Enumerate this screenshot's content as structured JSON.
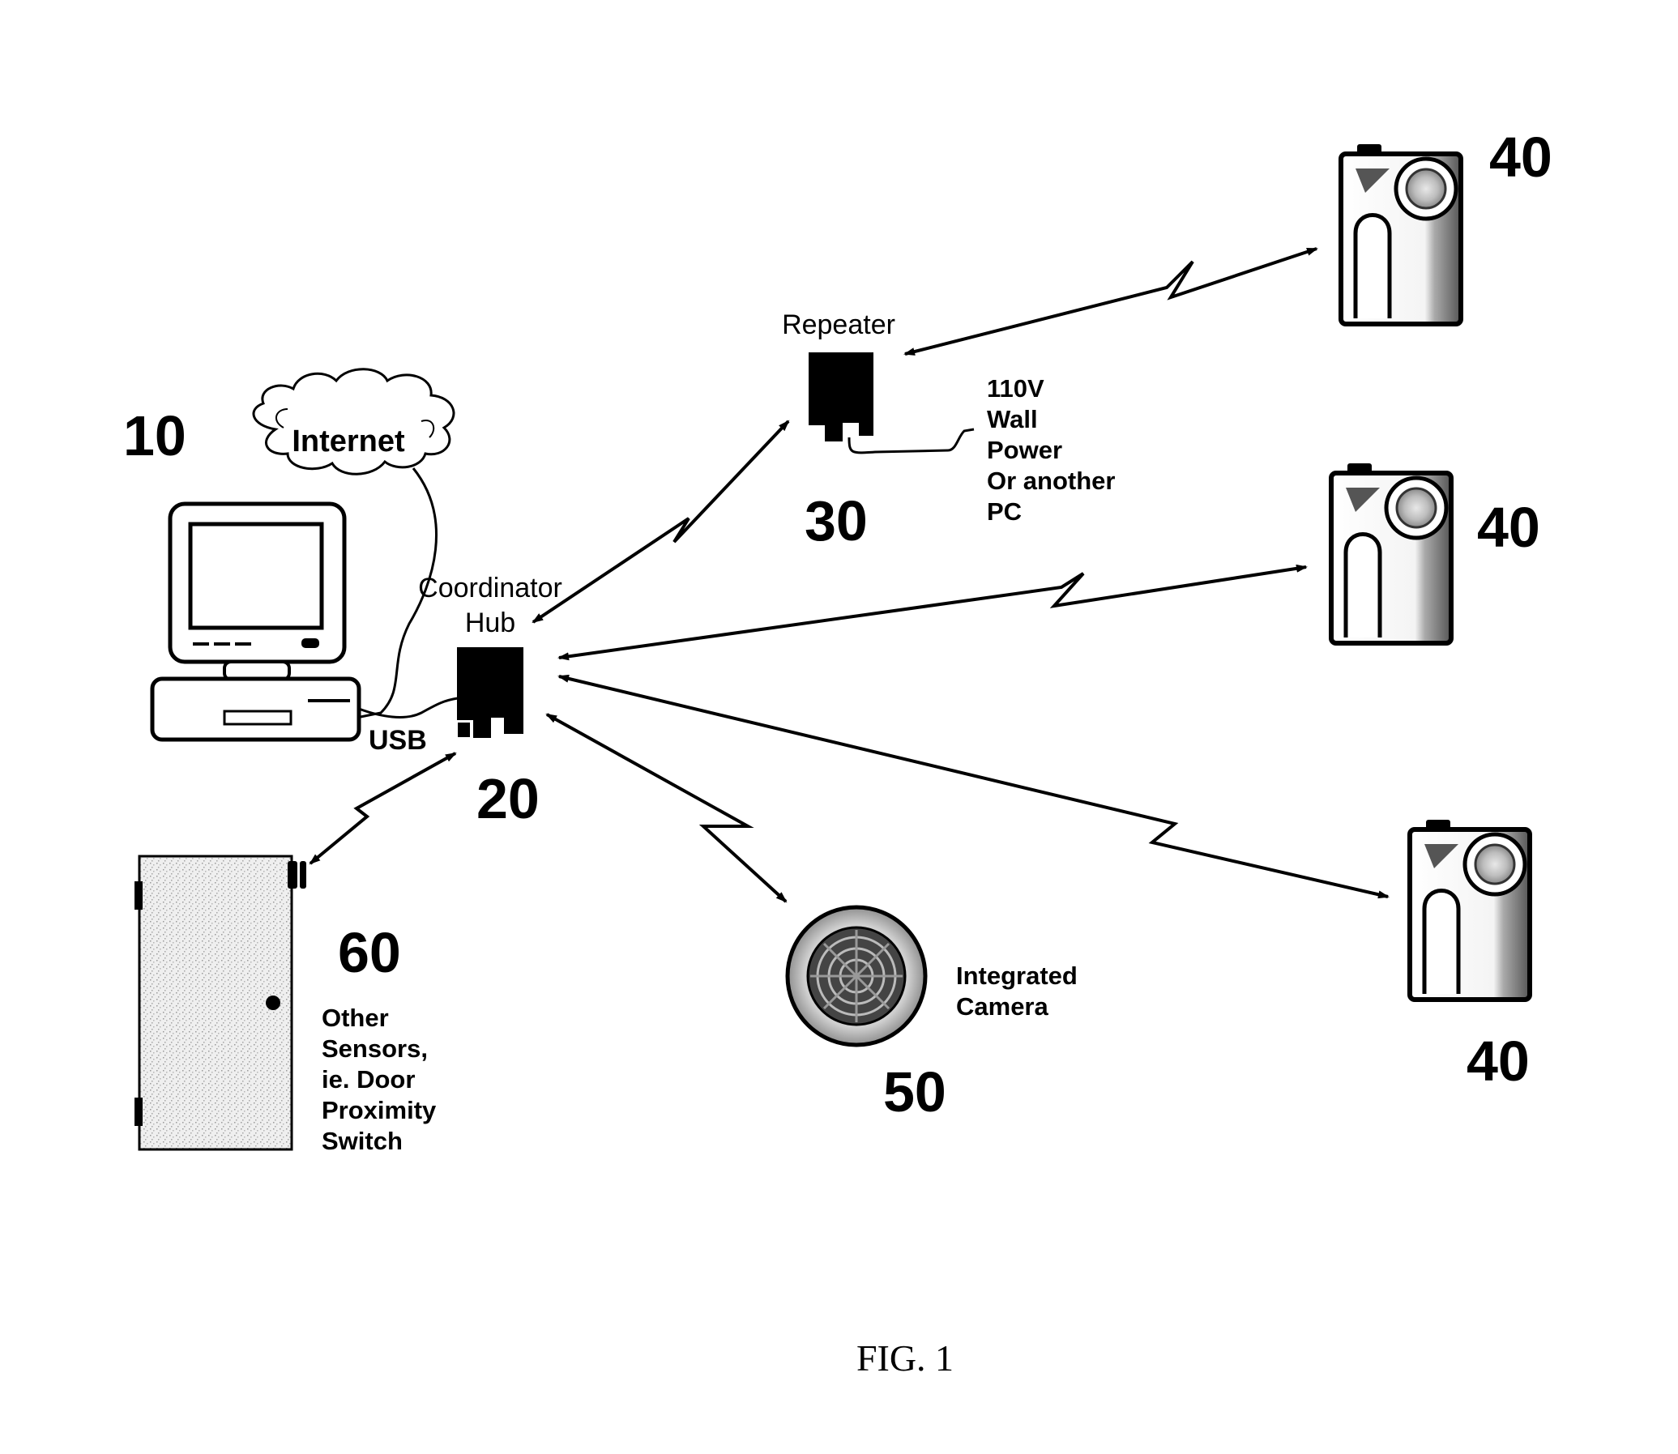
{
  "labels": {
    "internet": "Internet",
    "repeater": "Repeater",
    "coordinator_line1": "Coordinator",
    "coordinator_line2": "Hub",
    "usb": "USB",
    "power_lines": [
      "110V",
      "Wall",
      "Power",
      "Or another",
      "PC"
    ],
    "integrated_camera_lines": [
      "Integrated",
      "Camera"
    ],
    "other_sensors_lines": [
      "Other",
      "Sensors,",
      "ie. Door",
      "Proximity",
      "Switch"
    ]
  },
  "numbers": {
    "computer": "10",
    "hub": "20",
    "repeater": "30",
    "camera_top": "40",
    "camera_middle": "40",
    "camera_bottom": "40",
    "integrated_camera": "50",
    "door_sensor": "60"
  },
  "caption": "FIG. 1"
}
